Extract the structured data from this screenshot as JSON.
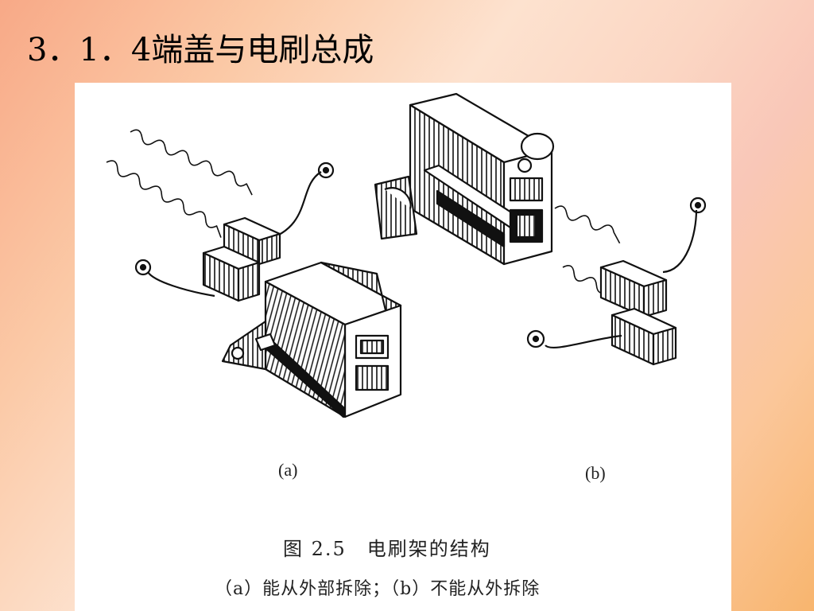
{
  "slide": {
    "title": "3．1．4端盖与电刷总成"
  },
  "figure": {
    "label_a": "(a)",
    "label_b": "(b)",
    "caption": "图 2.5　电刷架的结构",
    "subcaption": "（a）能从外部拆除；（b）不能从外拆除"
  }
}
